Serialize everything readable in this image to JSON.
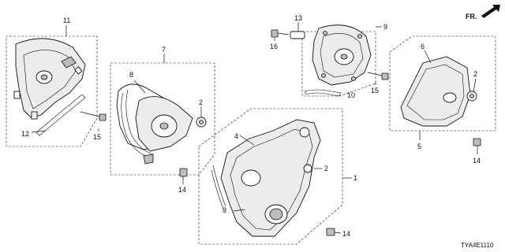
{
  "diagram": {
    "callouts": [
      "11",
      "7",
      "8",
      "2",
      "12",
      "15",
      "14",
      "13",
      "9",
      "16",
      "15",
      "10",
      "6",
      "2",
      "5",
      "14",
      "4",
      "1",
      "2",
      "3",
      "14"
    ],
    "direction_label": "FR.",
    "diagram_code": "TYA4E1110"
  }
}
